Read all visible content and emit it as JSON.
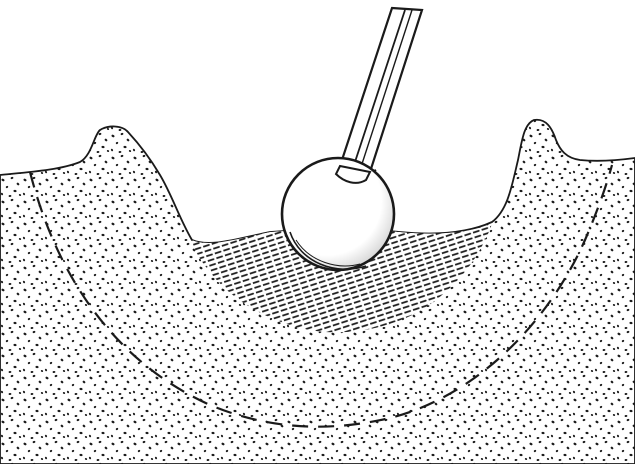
{
  "illustration": {
    "colors": {
      "ink": "#1a1a1a",
      "paper": "#ffffff",
      "ball_fill": "#ffffff"
    },
    "parts": [
      "instrument-shaft",
      "ball-tip",
      "tissue-mass",
      "treated-zone",
      "dashed-boundary"
    ]
  }
}
